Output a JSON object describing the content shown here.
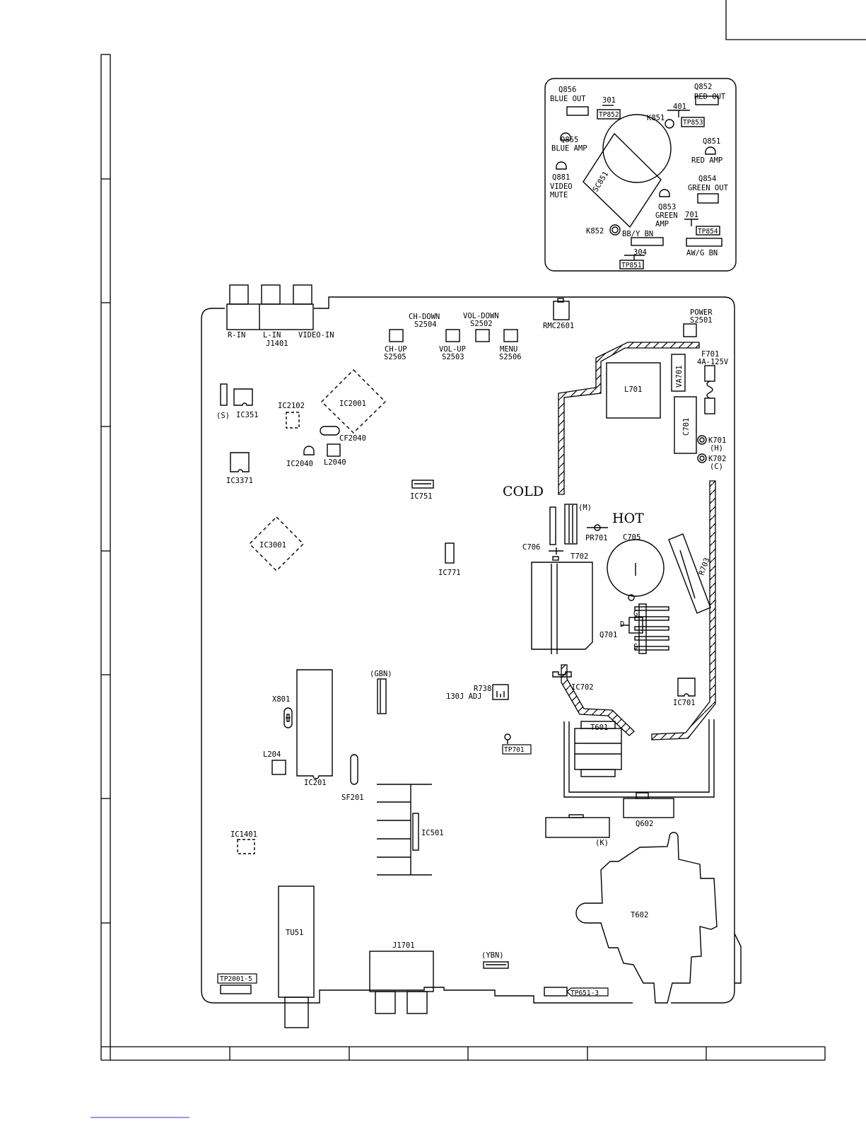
{
  "crt_board": {
    "labels": {
      "q856": "Q856",
      "blue_out": "BLUE OUT",
      "n301": "301",
      "tp852": "TP852",
      "q852": "Q852",
      "red_out": "RED OUT",
      "n401": "401",
      "tp853": "TP853",
      "k851": "K851",
      "q855": "Q855",
      "blue_amp": "BLUE AMP",
      "q851": "Q851",
      "red_amp": "RED AMP",
      "sc851": "SC851",
      "q881": "Q881",
      "video": "VIDEO",
      "mute": "MUTE",
      "q854": "Q854",
      "green_out": "GREEN OUT",
      "q853": "Q853",
      "green": "GREEN",
      "amp": "AMP",
      "n701": "701",
      "tp854": "TP854",
      "k852": "K852",
      "bby_bn": "BB/Y BN",
      "awg_bn": "AW/G BN",
      "n304": "304",
      "tp851": "TP851"
    }
  },
  "main_board": {
    "labels": {
      "r_in": "R-IN",
      "l_in": "L-IN",
      "video_in": "VIDEO-IN",
      "j1401": "J1401",
      "ch_down": "CH-DOWN",
      "s2504": "S2504",
      "vol_down": "VOL-DOWN",
      "s2502": "S2502",
      "ch_up": "CH-UP",
      "s2505": "S2505",
      "vol_up": "VOL-UP",
      "s2503": "S2503",
      "menu": "MENU",
      "s2506": "S2506",
      "rmc2601": "RMC2601",
      "power": "POWER",
      "s2501": "S2501",
      "f701": "F701",
      "fuse_rating": "4A-125V",
      "va701": "VA701",
      "l701": "L701",
      "c701": "C701",
      "k701": "K701",
      "h": "(H)",
      "k702": "K702",
      "c": "(C)",
      "s": "(S)",
      "ic351": "IC351",
      "ic2102": "IC2102",
      "ic2001": "IC2001",
      "cf2040": "CF2040",
      "ic2040": "IC2040",
      "l2040": "L2040",
      "ic3371": "IC3371",
      "ic751": "IC751",
      "cold": "COLD",
      "m": "(M)",
      "hot": "HOT",
      "pr701": "PR701",
      "c705": "C705",
      "ic3001": "IC3001",
      "c706": "C706",
      "t702": "T702",
      "r703": "R703",
      "ic771": "IC771",
      "q701": "Q701",
      "pin_g": "G",
      "pin_d": "D",
      "pin_s": "S",
      "gbn": "(GBN)",
      "r738": "R738",
      "r738_adj": "130J  ADJ",
      "ic702": "IC702",
      "ic701": "IC701",
      "x801": "X801",
      "t601": "T601",
      "tp701": "TP701",
      "l204": "L204",
      "ic201": "IC201",
      "sf201": "SF201",
      "q602": "Q602",
      "ic501": "IC501",
      "k": "(K)",
      "ic1401": "IC1401",
      "t602": "T602",
      "tu51": "TU51",
      "j1701": "J1701",
      "ybn": "(YBN)",
      "tp2001_5": "TP2001-5",
      "tp651_3": "TP651-3"
    }
  }
}
